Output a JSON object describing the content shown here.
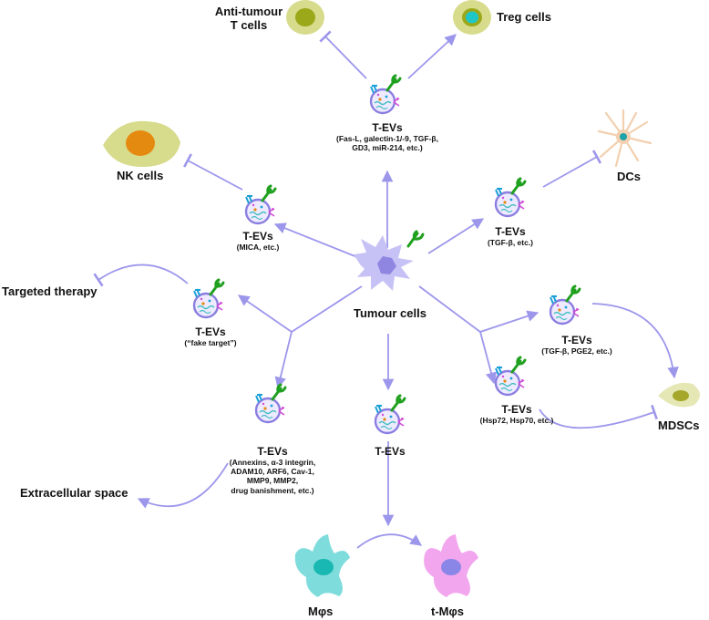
{
  "colors": {
    "arrow": "#9d97ec",
    "ev_membrane": "#8a7ee0",
    "ev_fill": "#eeeaff",
    "receptor_green": "#1fa01f",
    "receptor_blue": "#1aa0d8",
    "receptor_magenta": "#d24bd8",
    "tumour": "#c7c2f5",
    "nk_cell": "#d7db8c",
    "nk_nucleus": "#e58a10",
    "t_cell": "#d7db8c",
    "t_nucleus": "#9ba81a",
    "treg_nucleus": "#1fc6c8",
    "dc_body": "#f2d0b0",
    "dc_nucleus": "#1fa2a8",
    "mdsc_body": "#e5e7b5",
    "mdsc_nucleus": "#a4a72a",
    "mphi": "#7fdcdc",
    "mphi_nucleus": "#1ab8b2",
    "tmphi": "#f2a6ee",
    "tmphi_nucleus": "#8a86e8"
  },
  "icons": [
    "tumour-cell-icon",
    "extracellular-vesicle-icon",
    "immune-cell-icon",
    "dendritic-cell-icon",
    "macrophage-icon"
  ],
  "labels": {
    "tumour_cells": "Tumour cells",
    "anti_tumour": "Anti-tumour",
    "t_cells": "T cells",
    "treg": "Treg cells",
    "nk": "NK cells",
    "dcs": "DCs",
    "targeted_therapy": "Targeted therapy",
    "mdscs": "MDSCs",
    "extracellular": "Extracellular space",
    "mphis": "Mφs",
    "tmphis": "t-Mφs"
  },
  "evs": [
    {
      "title": "T-EVs",
      "sub": "(Fas-L, galectin-1/-9, TGF-β,\nGD3, miR-214, etc.)"
    },
    {
      "title": "T-EVs",
      "sub": "(MICA, etc.)"
    },
    {
      "title": "T-EVs",
      "sub": "(TGF-β, etc.)"
    },
    {
      "title": "T-EVs",
      "sub": "(“fake target”)"
    },
    {
      "title": "T-EVs",
      "sub": "(TGF-β, PGE2, etc.)"
    },
    {
      "title": "T-EVs",
      "sub": "(Annexins, α-3 integrin,\nADAM10, ARF6, Cav-1,\nMMP9, MMP2,\ndrug banishment, etc.)"
    },
    {
      "title": "T-EVs",
      "sub": ""
    },
    {
      "title": "T-EVs",
      "sub": "(Hsp72, Hsp70, etc.)"
    }
  ]
}
